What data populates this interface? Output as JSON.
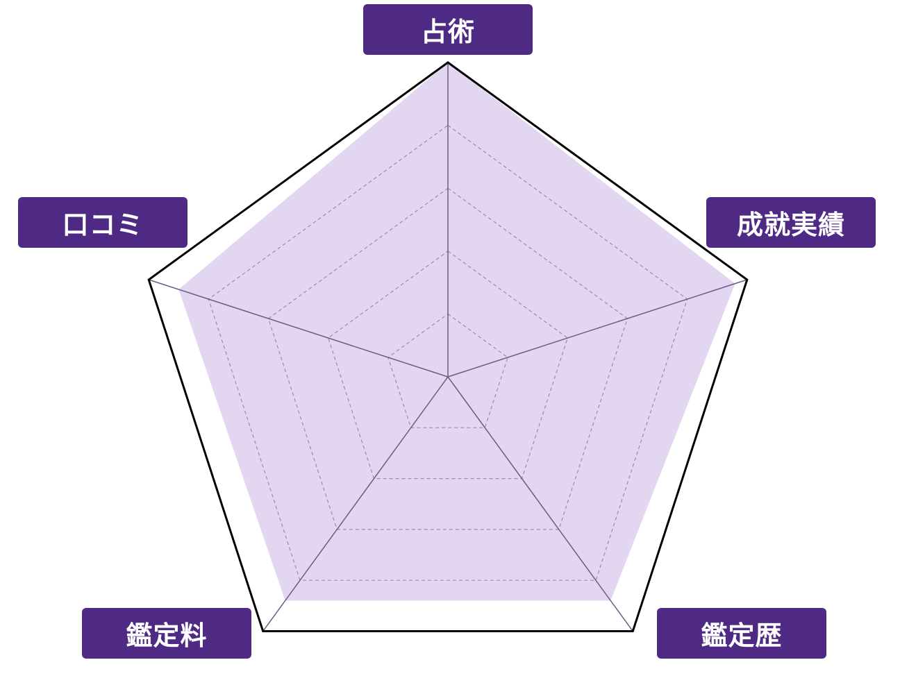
{
  "chart_data": {
    "type": "radar",
    "categories": [
      "占術",
      "成就実績",
      "鑑定歴",
      "鑑定料",
      "口コミ"
    ],
    "values": [
      5,
      4.8,
      4.4,
      4.4,
      4.5
    ],
    "rlim": [
      0,
      5
    ],
    "grid_levels": [
      1,
      2,
      3,
      4,
      5
    ],
    "grid": true,
    "colors": {
      "fill": "#e2d6f1",
      "label_bg": "#4f2a84",
      "outline": "#000000",
      "axis": "#6e5a88",
      "grid": "#9a8cab"
    }
  }
}
